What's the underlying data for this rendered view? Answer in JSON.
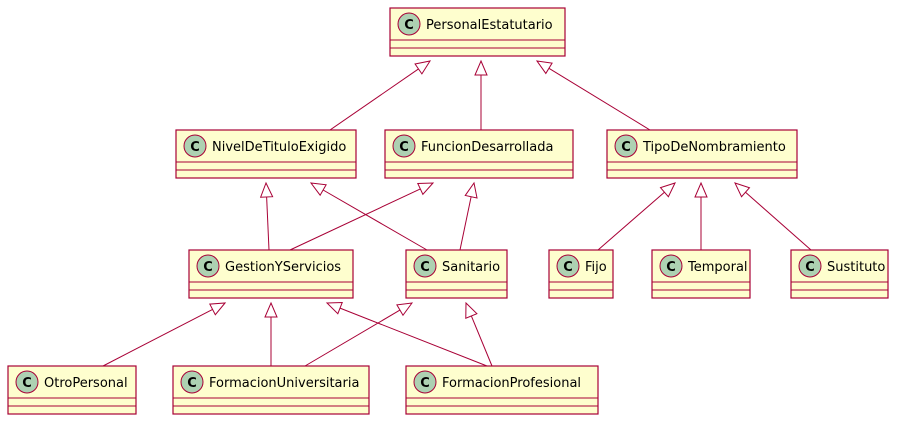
{
  "diagram": {
    "stereotype_glyph": "C",
    "classes": {
      "personal": "PersonalEstatutario",
      "nivel": "NivelDeTituloExigido",
      "funcion": "FuncionDesarrollada",
      "tipo": "TipoDeNombramiento",
      "gestion": "GestionYServicios",
      "sanitario": "Sanitario",
      "fijo": "Fijo",
      "temporal": "Temporal",
      "sustituto": "Sustituto",
      "otro": "OtroPersonal",
      "univ": "FormacionUniversitaria",
      "prof": "FormacionProfesional"
    },
    "inheritance": [
      [
        "nivel",
        "personal"
      ],
      [
        "funcion",
        "personal"
      ],
      [
        "tipo",
        "personal"
      ],
      [
        "gestion",
        "nivel"
      ],
      [
        "sanitario",
        "nivel"
      ],
      [
        "gestion",
        "funcion"
      ],
      [
        "sanitario",
        "funcion"
      ],
      [
        "fijo",
        "tipo"
      ],
      [
        "temporal",
        "tipo"
      ],
      [
        "sustituto",
        "tipo"
      ],
      [
        "otro",
        "gestion"
      ],
      [
        "univ",
        "gestion"
      ],
      [
        "prof",
        "gestion"
      ],
      [
        "univ",
        "sanitario"
      ],
      [
        "prof",
        "sanitario"
      ]
    ],
    "colors": {
      "class_fill": "#FEFECE",
      "border": "#A80036",
      "circle": "#ADD1B2"
    }
  }
}
